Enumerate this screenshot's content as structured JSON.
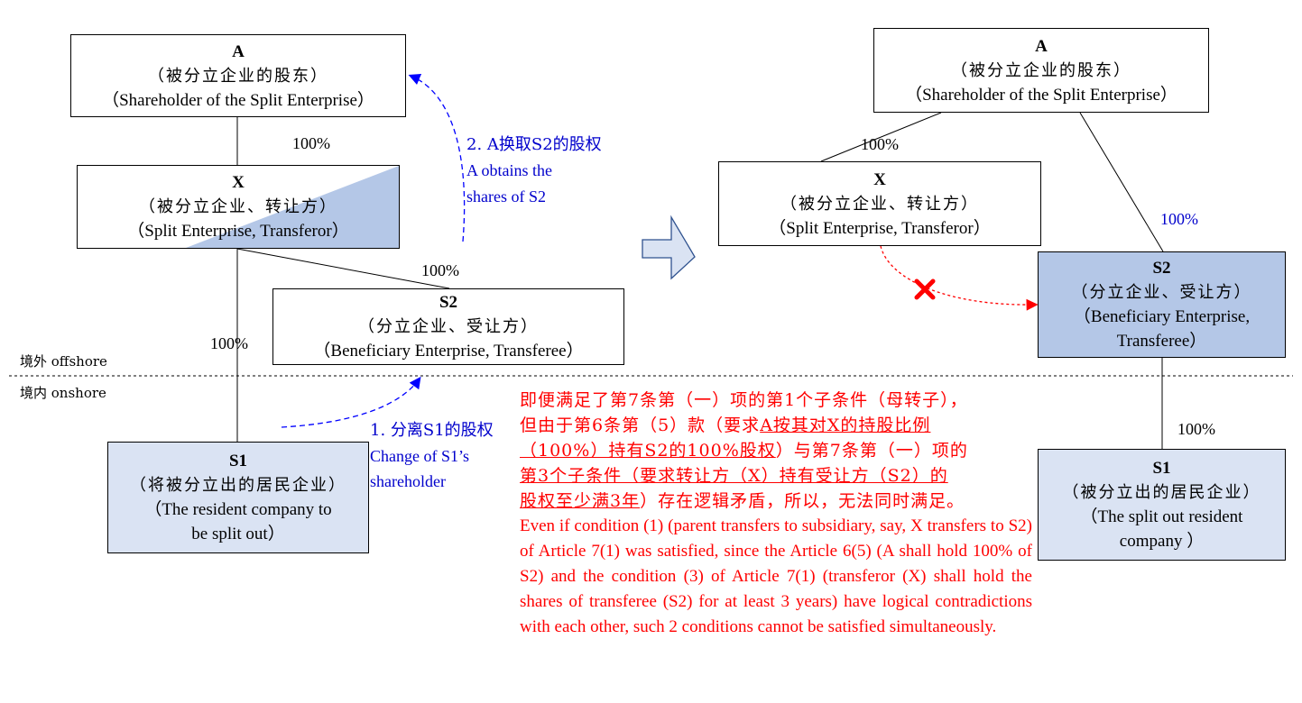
{
  "left": {
    "A": {
      "name": "A",
      "zh": "（被分立企业的股东）",
      "en": "（Shareholder of the Split Enterprise）"
    },
    "X": {
      "name": "X",
      "zh": "（被分立企业、转让方）",
      "en": "（Split Enterprise, Transferor）"
    },
    "S2": {
      "name": "S2",
      "zh": "（分立企业、受让方）",
      "en": "（Beneficiary Enterprise, Transferee）"
    },
    "S1": {
      "name": "S1",
      "zh": "（将被分立出的居民企业）",
      "en1": "（The resident company to",
      "en2": "be split out）"
    },
    "pct_a_x": "100%",
    "pct_x_s2": "100%",
    "pct_x_s1": "100%",
    "step2": {
      "zh": "2. A换取S2的股权",
      "en1": "A obtains the",
      "en2": "shares of S2"
    },
    "step1": {
      "zh": "1. 分离S1的股权",
      "en1": "Change of S1’s",
      "en2": "shareholder"
    },
    "offshore": "境外 offshore",
    "onshore": "境内 onshore"
  },
  "right": {
    "A": {
      "name": "A",
      "zh": "（被分立企业的股东）",
      "en": "（Shareholder of the Split Enterprise）"
    },
    "X": {
      "name": "X",
      "zh": "（被分立企业、转让方）",
      "en": "（Split Enterprise, Transferor）"
    },
    "S2": {
      "name": "S2",
      "zh": "（分立企业、受让方）",
      "en1": "（Beneficiary Enterprise,",
      "en2": "Transferee）"
    },
    "S1": {
      "name": "S1",
      "zh": "（被分立出的居民企业）",
      "en1": "（The split out resident",
      "en2": "company ）"
    },
    "pct_a_x": "100%",
    "pct_a_s2": "100%",
    "pct_s2_s1": "100%"
  },
  "note": {
    "zh1": "即便满足了第7条第（一）项的第1个子条件（母转子），",
    "zh2a": "但由于第6条第（5）款（要求",
    "zh2u": "A按其对X的持股比例",
    "zh3u": "（100%）持有S2的100%股权",
    "zh3b": "）与第7条第（一）项的",
    "zh4u": "第3个子条件（要求转让方（X）持有受让方（S2）的",
    "zh5u": "股权至少满3年",
    "zh5b": "）存在逻辑矛盾，所以，无法同时满足。",
    "en": "Even if condition (1) (parent transfers to subsidiary, say, X transfers to S2) of Article 7(1) was satisfied, since the Article 6(5) (A shall hold 100% of S2) and the condition (3) of Article 7(1) (transferor (X) shall hold the shares of transferee (S2) for at least 3 years) have logical contradictions with each other, such 2 conditions cannot be satisfied simultaneously."
  },
  "colors": {
    "light_box": "#dae3f3",
    "dark_box": "#b4c7e7",
    "arrow_blue": "#0000ff",
    "note_red": "#ff0000"
  }
}
